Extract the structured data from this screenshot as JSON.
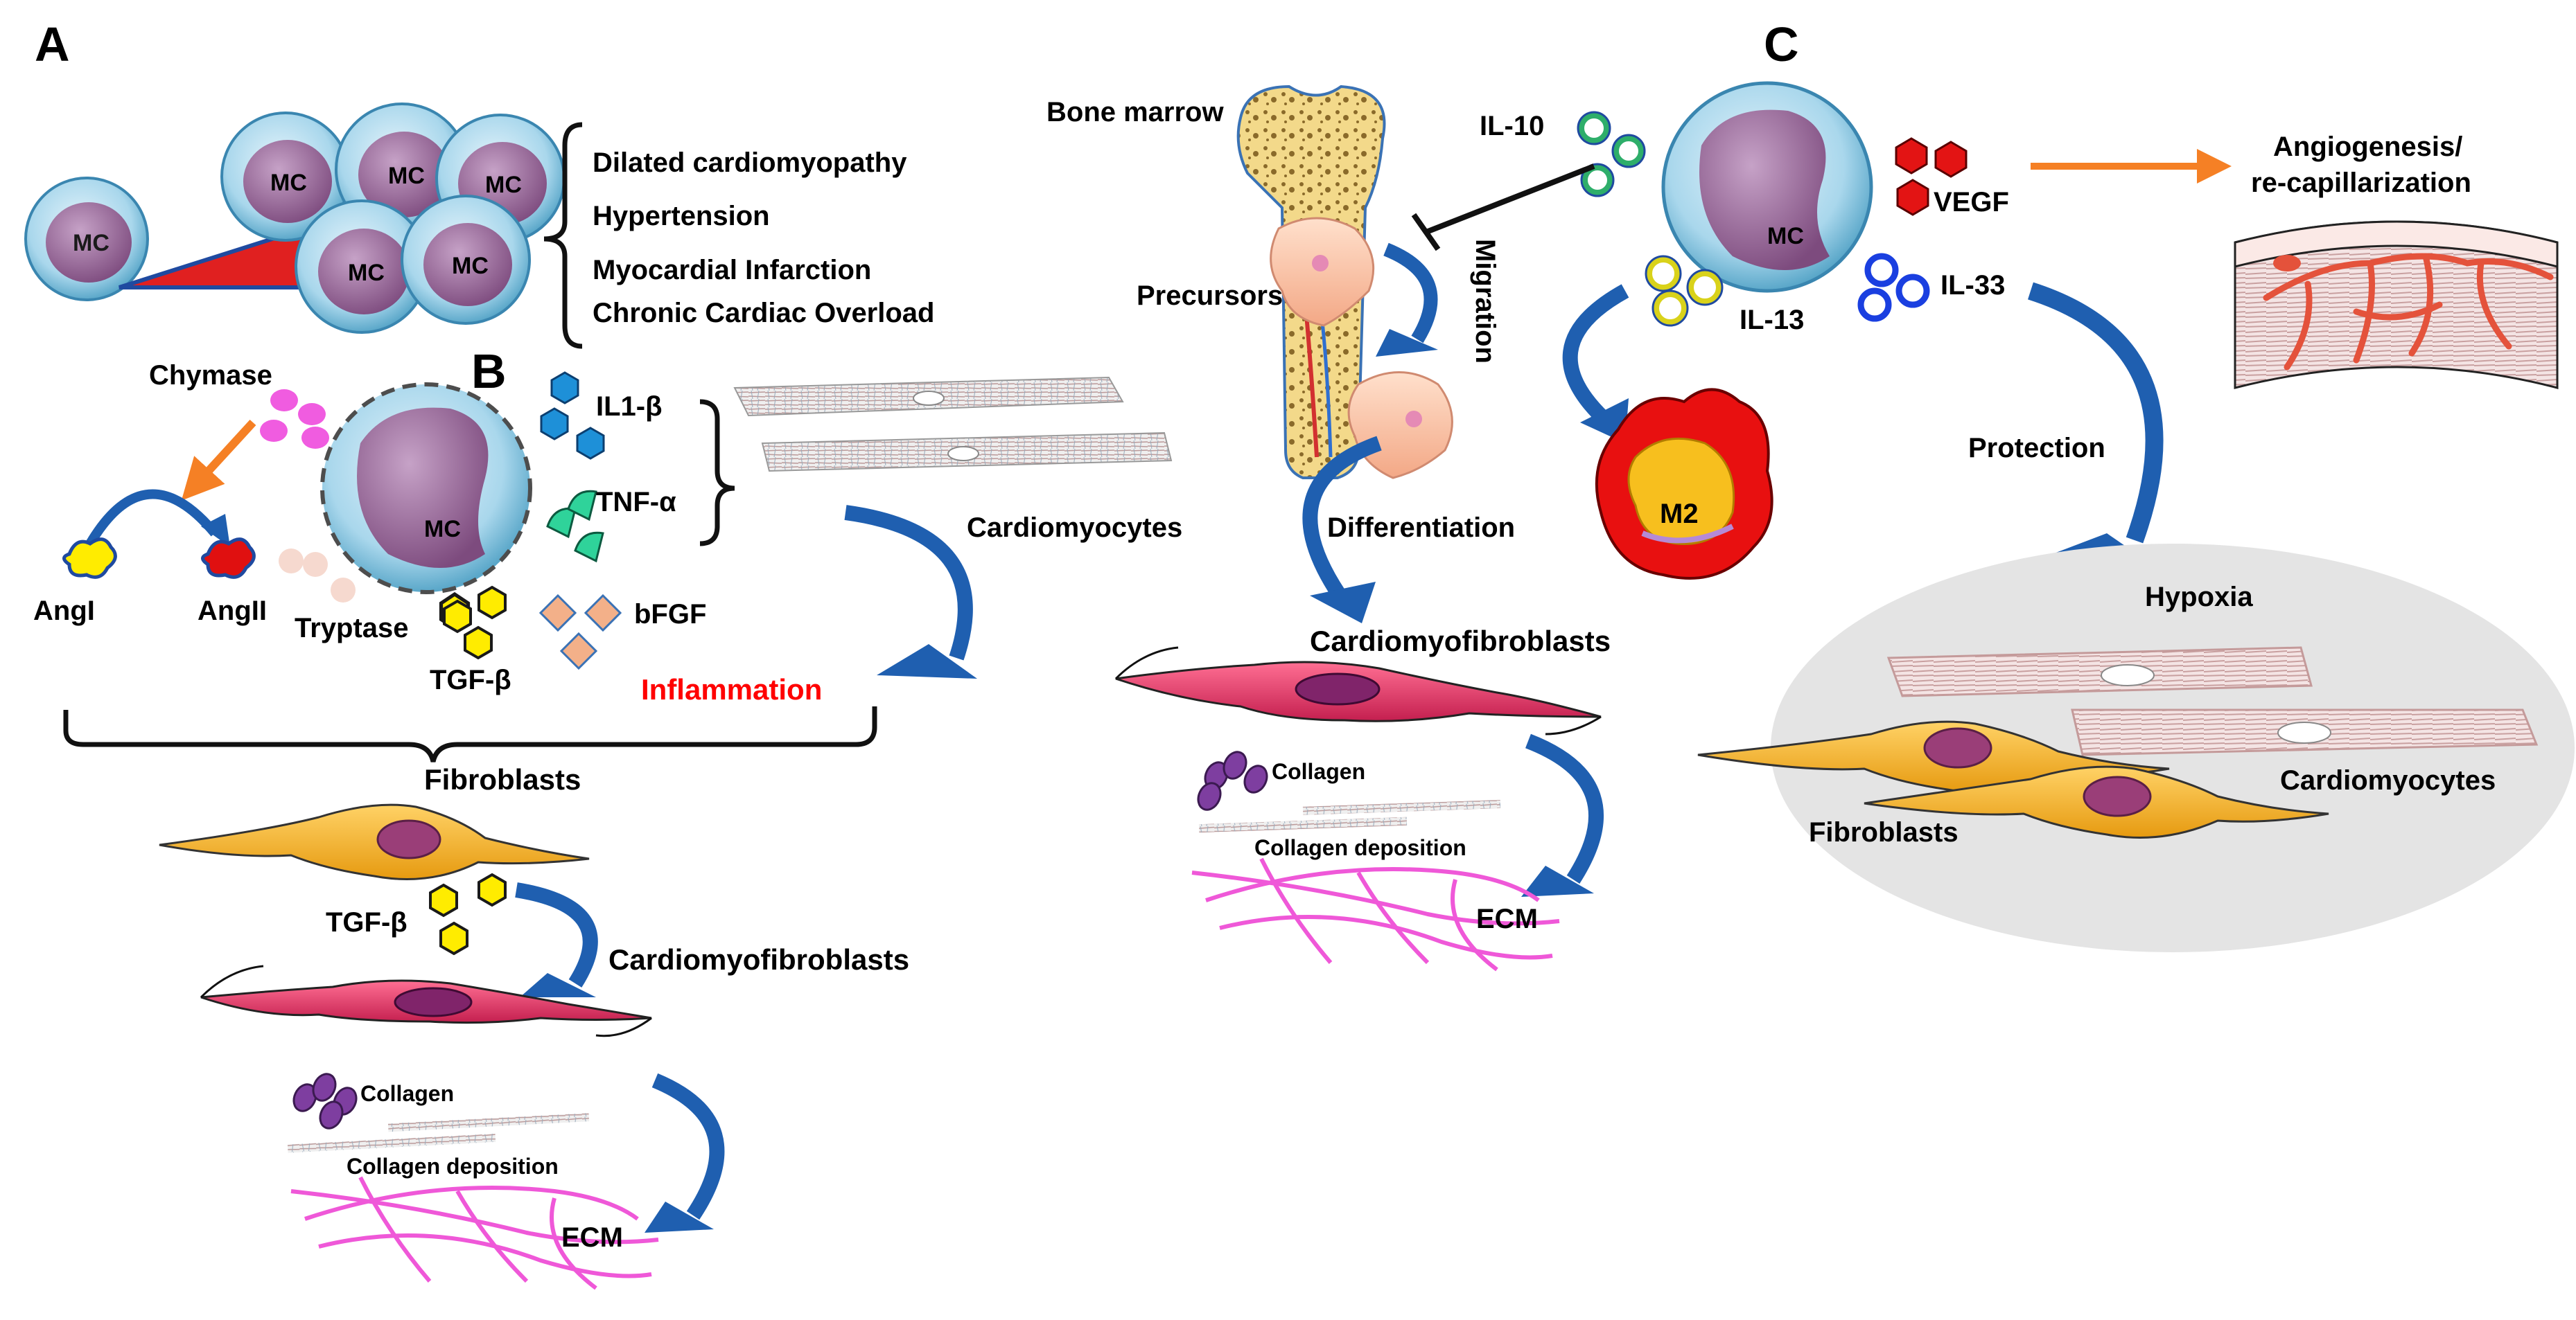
{
  "panels": {
    "a": "A",
    "b": "B",
    "c": "C"
  },
  "panel_a": {
    "cell_label": "MC",
    "conditions": [
      "Dilated cardiomyopathy",
      "Hypertension",
      "Myocardial Infarction",
      "Chronic Cardiac Overload"
    ]
  },
  "panel_b": {
    "chymase": "Chymase",
    "angi": "AngI",
    "angii": "AngII",
    "tryptase": "Tryptase",
    "tgf_beta": "TGF-β",
    "il1_beta": "IL1-β",
    "tnf_alpha": "TNF-α",
    "bfgf": "bFGF",
    "cardiomyocytes": "Cardiomyocytes",
    "inflammation": "Inflammation",
    "fibroblasts": "Fibroblasts",
    "tgf_beta_2": "TGF-β",
    "cardiomyofibroblasts": "Cardiomyofibroblasts",
    "collagen": "Collagen",
    "collagen_deposition": "Collagen deposition",
    "ecm": "ECM",
    "colors": {
      "inflammation": "#ff0000",
      "chymase": "#f05ce0",
      "arrow_blue": "#1f5fb0",
      "arrow_orange": "#f58025"
    }
  },
  "middle": {
    "bone_marrow": "Bone marrow",
    "precursors": "Precursors",
    "il10": "IL-10",
    "migration": "Migration",
    "differentiation": "Differentiation",
    "cardiomyofibroblasts": "Cardiomyofibroblasts",
    "collagen": "Collagen",
    "collagen_deposition": "Collagen deposition",
    "ecm": "ECM"
  },
  "panel_c": {
    "cell_label": "MC",
    "vegf": "VEGF",
    "il13": "IL-13",
    "il33": "IL-33",
    "m2": "M2",
    "angiogenesis": "Angiogenesis/\nre-capillarization",
    "protection": "Protection",
    "hypoxia": "Hypoxia",
    "cardiomyocytes": "Cardiomyocytes",
    "fibroblasts": "Fibroblasts"
  }
}
